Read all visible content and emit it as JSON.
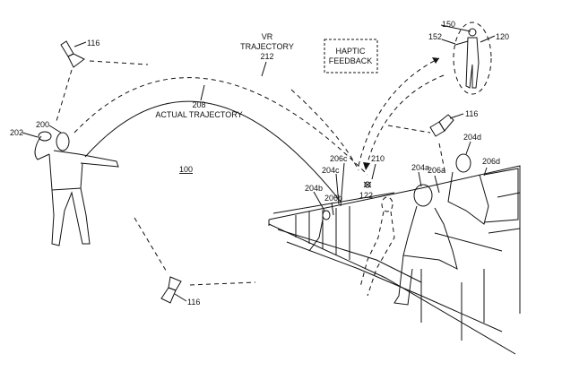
{
  "figure": {
    "scene_ref": "100",
    "labels": {
      "camera_top_left": "116",
      "camera_bottom": "116",
      "camera_right": "116",
      "vr_trajectory_line1": "VR",
      "vr_trajectory_line2": "TRAJECTORY",
      "vr_trajectory_ref": "212",
      "actual_trajectory_ref": "208",
      "actual_trajectory_text": "ACTUAL TRAJECTORY",
      "thrower_ref": "200",
      "object_ref": "202",
      "haptic_line1": "HAPTIC",
      "haptic_line2": "FEEDBACK",
      "remote_user_ref": "120",
      "hmd_ref": "150",
      "controller_ref": "152",
      "impact_ref": "210",
      "virtual_object_ref": "122",
      "spectator_a": "204a",
      "seat_a": "206a",
      "spectator_b": "204b",
      "seat_b": "206b",
      "spectator_c": "204c",
      "seat_c": "206c",
      "spectator_d": "204d",
      "seat_d": "206d"
    }
  }
}
